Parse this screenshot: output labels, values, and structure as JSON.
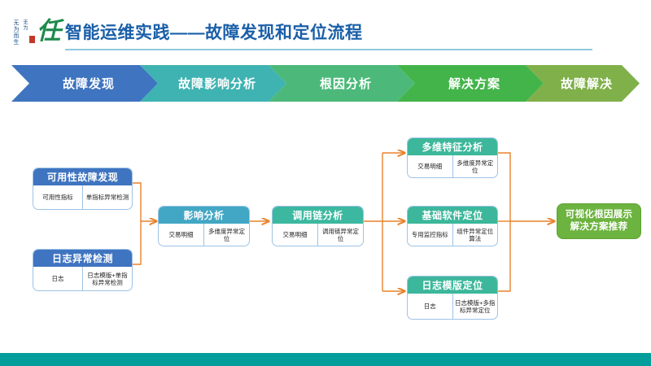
{
  "header": {
    "logo_name": "brush-calligraphy-logo",
    "title": "智能运维实践——故障发现和定位流程"
  },
  "chevron_band": {
    "steps": [
      {
        "label": "故障发现",
        "color": "#3f74c0"
      },
      {
        "label": "故障影响分析",
        "color": "#3fb3b2"
      },
      {
        "label": "根因分析",
        "color": "#4cb97a"
      },
      {
        "label": "解决方案",
        "color": "#43b44a"
      },
      {
        "label": "故障解决",
        "color": "#80b04a"
      }
    ]
  },
  "flow": {
    "stage1": [
      {
        "name": "availability-fault-discovery",
        "title": "可用性故障发现",
        "header_color": "#3f74c0",
        "cells": [
          "可用性指标",
          "单指标异常检测"
        ]
      },
      {
        "name": "log-anomaly-detection",
        "title": "日志异常检测",
        "header_color": "#3f74c0",
        "cells": [
          "日志",
          "日志模版+单指标异常检测"
        ]
      }
    ],
    "stage2": [
      {
        "name": "impact-analysis",
        "title": "影响分析",
        "header_color": "#41a7c4",
        "cells": [
          "交易明细",
          "多维度异常定位"
        ]
      }
    ],
    "stage3": [
      {
        "name": "call-chain-analysis",
        "title": "调用链分析",
        "header_color": "#3cb8a0",
        "cells": [
          "交易明细",
          "调用链异常定位"
        ]
      }
    ],
    "stage4": [
      {
        "name": "multi-dimension-feature-analysis",
        "title": "多维特征分析",
        "header_color": "#3cb79b",
        "cells": [
          "交易明细",
          "多维度异常定位"
        ]
      },
      {
        "name": "infrastructure-software-localization",
        "title": "基础软件定位",
        "header_color": "#3cb79b",
        "cells": [
          "专用监控指标",
          "组件异常定位算法"
        ]
      },
      {
        "name": "log-template-localization",
        "title": "日志模版定位",
        "header_color": "#3cb79b",
        "cells": [
          "日志",
          "日志模版+多指标异常定位"
        ]
      }
    ],
    "stage5": {
      "name": "visual-root-cause-and-solution",
      "line1": "可视化根因展示",
      "line2": "解决方案推荐",
      "color": "#6cb33f"
    },
    "connector_color": "#e8822a"
  },
  "footer": {
    "bar_color": "#039e9b"
  }
}
